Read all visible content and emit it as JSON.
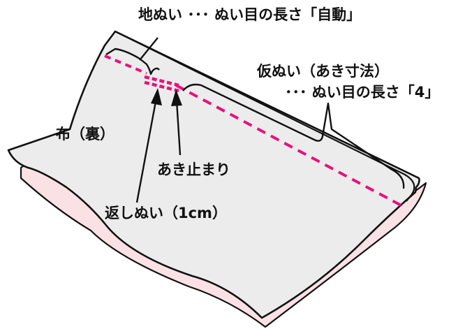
{
  "labels": {
    "top_stitch": "地ぬい ･･･ ぬい目の長さ「自動」",
    "basting_line1": "仮ぬい（あき寸法）",
    "basting_line2": "･･･ ぬい目の長さ「4」",
    "fabric_back": "布（裏）",
    "opening_stop": "あき止まり",
    "backstitch": "返しぬい（1cm）"
  },
  "colors": {
    "outline": "#111111",
    "fabric_top": "#ececec",
    "fabric_under": "#f9e1e6",
    "stitch": "#e6127c"
  }
}
